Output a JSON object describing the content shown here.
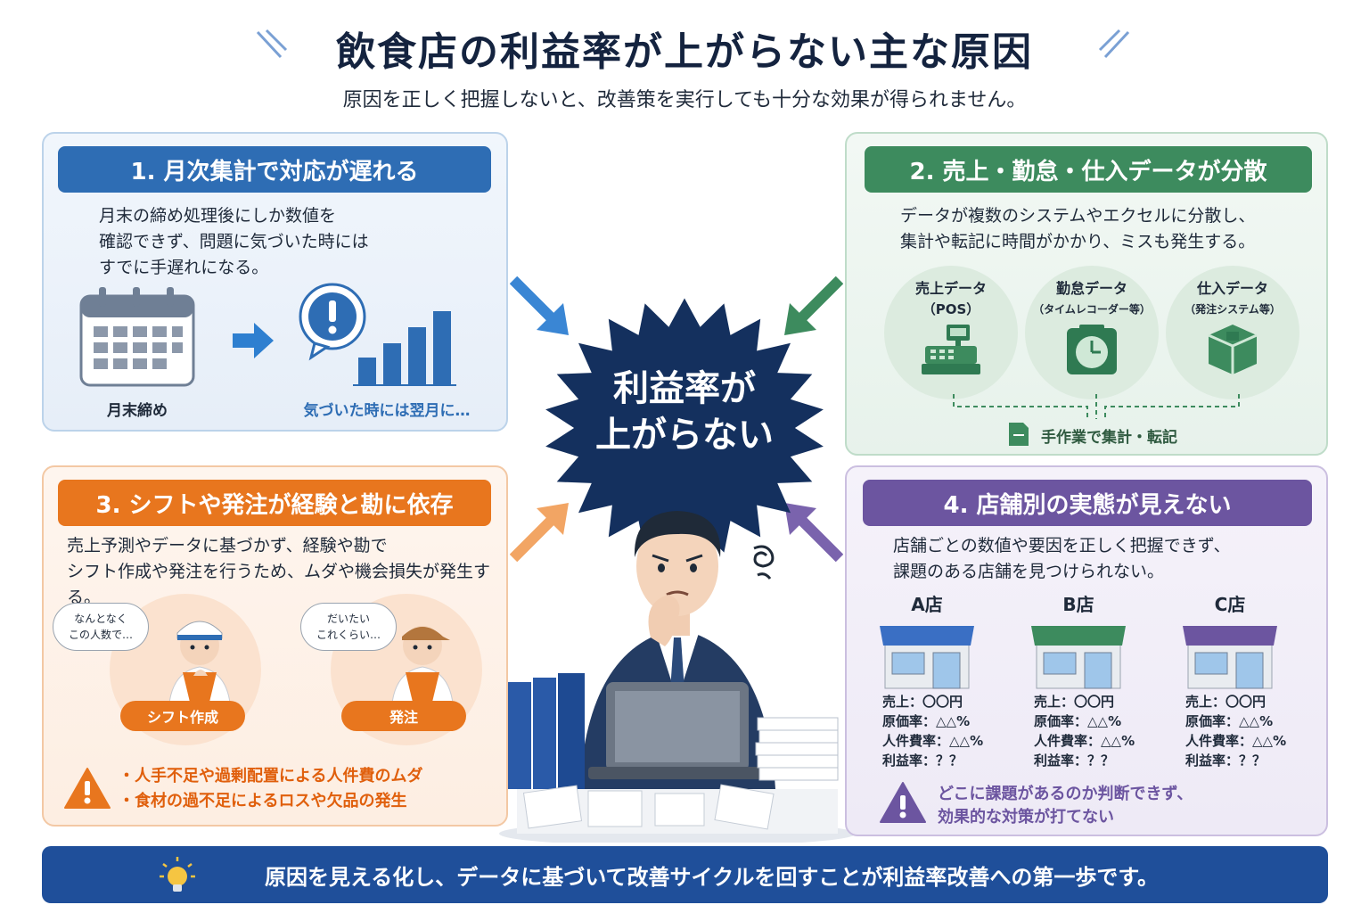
{
  "header": {
    "title": "飲食店の利益率が上がらない主な原因",
    "subtitle": "原因を正しく把握しないと、改善策を実行しても十分な効果が得られません。"
  },
  "center": {
    "line1": "利益率が",
    "line2": "上がらない"
  },
  "panel1": {
    "heading": "1. 月次集計で対応が遅れる",
    "desc": [
      "月末の締め処理後にしか数値を",
      "確認できず、問題に気づいた時には",
      "すでに手遅れになる。"
    ],
    "label_left": "月末締め",
    "label_right": "気づいた時には翌月に…"
  },
  "panel2": {
    "heading": "2. 売上・勤怠・仕入データが分散",
    "desc": [
      "データが複数のシステムやエクセルに分散し、",
      "集計や転記に時間がかかり、ミスも発生する。"
    ],
    "sources": [
      {
        "title": "売上データ",
        "sub": "（POS）"
      },
      {
        "title": "勤怠データ",
        "sub": "（タイムレコーダー等）"
      },
      {
        "title": "仕入データ",
        "sub": "（発注システム等）"
      }
    ],
    "footer": "手作業で集計・転記"
  },
  "panel3": {
    "heading": "3. シフトや発注が経験と勘に依存",
    "desc": [
      "売上予測やデータに基づかず、経験や勘で",
      "シフト作成や発注を行うため、ムダや機会損失が発生する。"
    ],
    "bubble_left": [
      "なんとなく",
      "この人数で…"
    ],
    "bubble_right": [
      "だいたい",
      "これくらい…"
    ],
    "pill_left": "シフト作成",
    "pill_right": "発注",
    "warnings": [
      "・人手不足や過剰配置による人件費のムダ",
      "・食材の過不足によるロスや欠品の発生"
    ]
  },
  "panel4": {
    "heading": "4. 店舗別の実態が見えない",
    "desc": [
      "店舗ごとの数値や要因を正しく把握できず、",
      "課題のある店舗を見つけられない。"
    ],
    "stores": [
      {
        "name": "A店",
        "color": "#3a6fc4",
        "stats": [
          "売上：〇〇円",
          "原価率：△△%",
          "人件費率：△△%",
          "利益率：？？"
        ]
      },
      {
        "name": "B店",
        "color": "#3d8b5e",
        "stats": [
          "売上：〇〇円",
          "原価率：△△%",
          "人件費率：△△%",
          "利益率：？？"
        ]
      },
      {
        "name": "C店",
        "color": "#6c55a0",
        "stats": [
          "売上：〇〇円",
          "原価率：△△%",
          "人件費率：△△%",
          "利益率：？？"
        ]
      }
    ],
    "warning": [
      "どこに課題があるのか判断できず、",
      "効果的な対策が打てない"
    ]
  },
  "footer": {
    "message": "原因を見える化し、データに基づいて改善サイクルを回すことが利益率改善への第一歩です。"
  },
  "colors": {
    "blue": "#2e6db4",
    "green": "#3d8b5e",
    "orange": "#e8761e",
    "purple": "#6c55a0",
    "navy": "#14233f"
  }
}
